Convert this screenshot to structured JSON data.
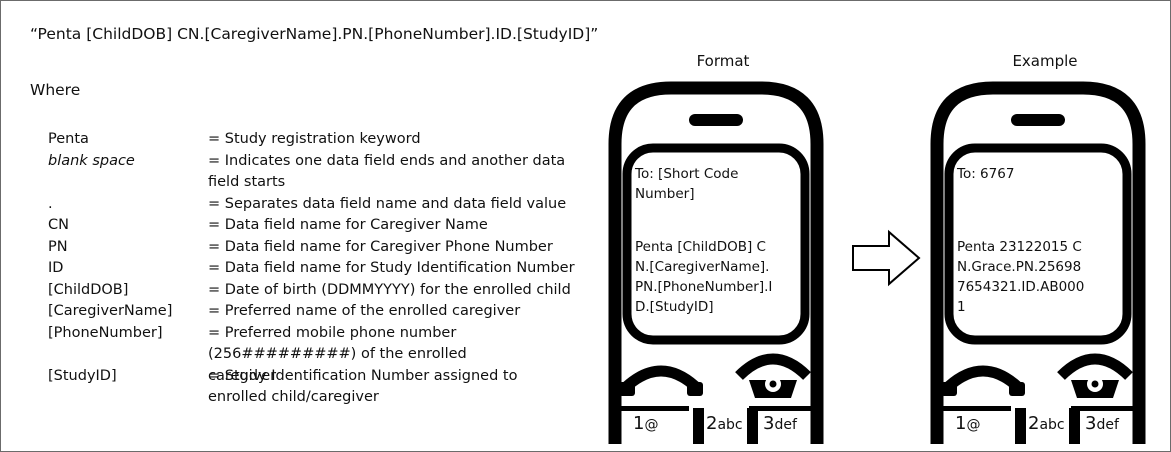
{
  "format_string": "“Penta [ChildDOB] CN.[CaregiverName].PN.[PhoneNumber].ID.[StudyID]”",
  "where_label": "Where",
  "definitions": [
    {
      "term": "Penta",
      "def": "= Study registration keyword"
    },
    {
      "term": "blank space",
      "def": "= Indicates one data field ends and another data field starts"
    },
    {
      "term": ".",
      "def": "= Separates data field name and data field value"
    },
    {
      "term": "CN",
      "def": "= Data field name for Caregiver Name"
    },
    {
      "term": "PN",
      "def": "= Data field name for Caregiver Phone Number"
    },
    {
      "term": "ID",
      "def": "= Data field name for Study Identification Number"
    },
    {
      "term": "[ChildDOB]",
      "def": "= Date of birth (DDMMYYYY) for the enrolled child"
    },
    {
      "term": "[CaregiverName]",
      "def": "= Preferred name of the enrolled caregiver"
    },
    {
      "term": "[PhoneNumber]",
      "def": "= Preferred mobile phone number (256#########) of the enrolled caregiver"
    },
    {
      "term": "[StudyID]",
      "def": "= Study Identification Number assigned to enrolled child/caregiver"
    }
  ],
  "phones": {
    "format": {
      "title": "Format",
      "to": "To: [Short Code Number]",
      "message": "Penta [ChildDOB] CN.[CaregiverName].PN.[PhoneNumber].ID.[StudyID]"
    },
    "example": {
      "title": "Example",
      "to": "To: 6767",
      "message": "Penta 23122015 CN.Grace.PN.256987654321.ID.AB0001"
    },
    "keys": {
      "k1": "1",
      "k1_sub": "@",
      "k2": "2",
      "k2_sub": "abc",
      "k3": "3",
      "k3_sub": "def"
    }
  },
  "icons": {
    "arrow": "right-arrow-icon",
    "call": "call-handset-icon",
    "end_call": "end-call-handset-icon"
  }
}
